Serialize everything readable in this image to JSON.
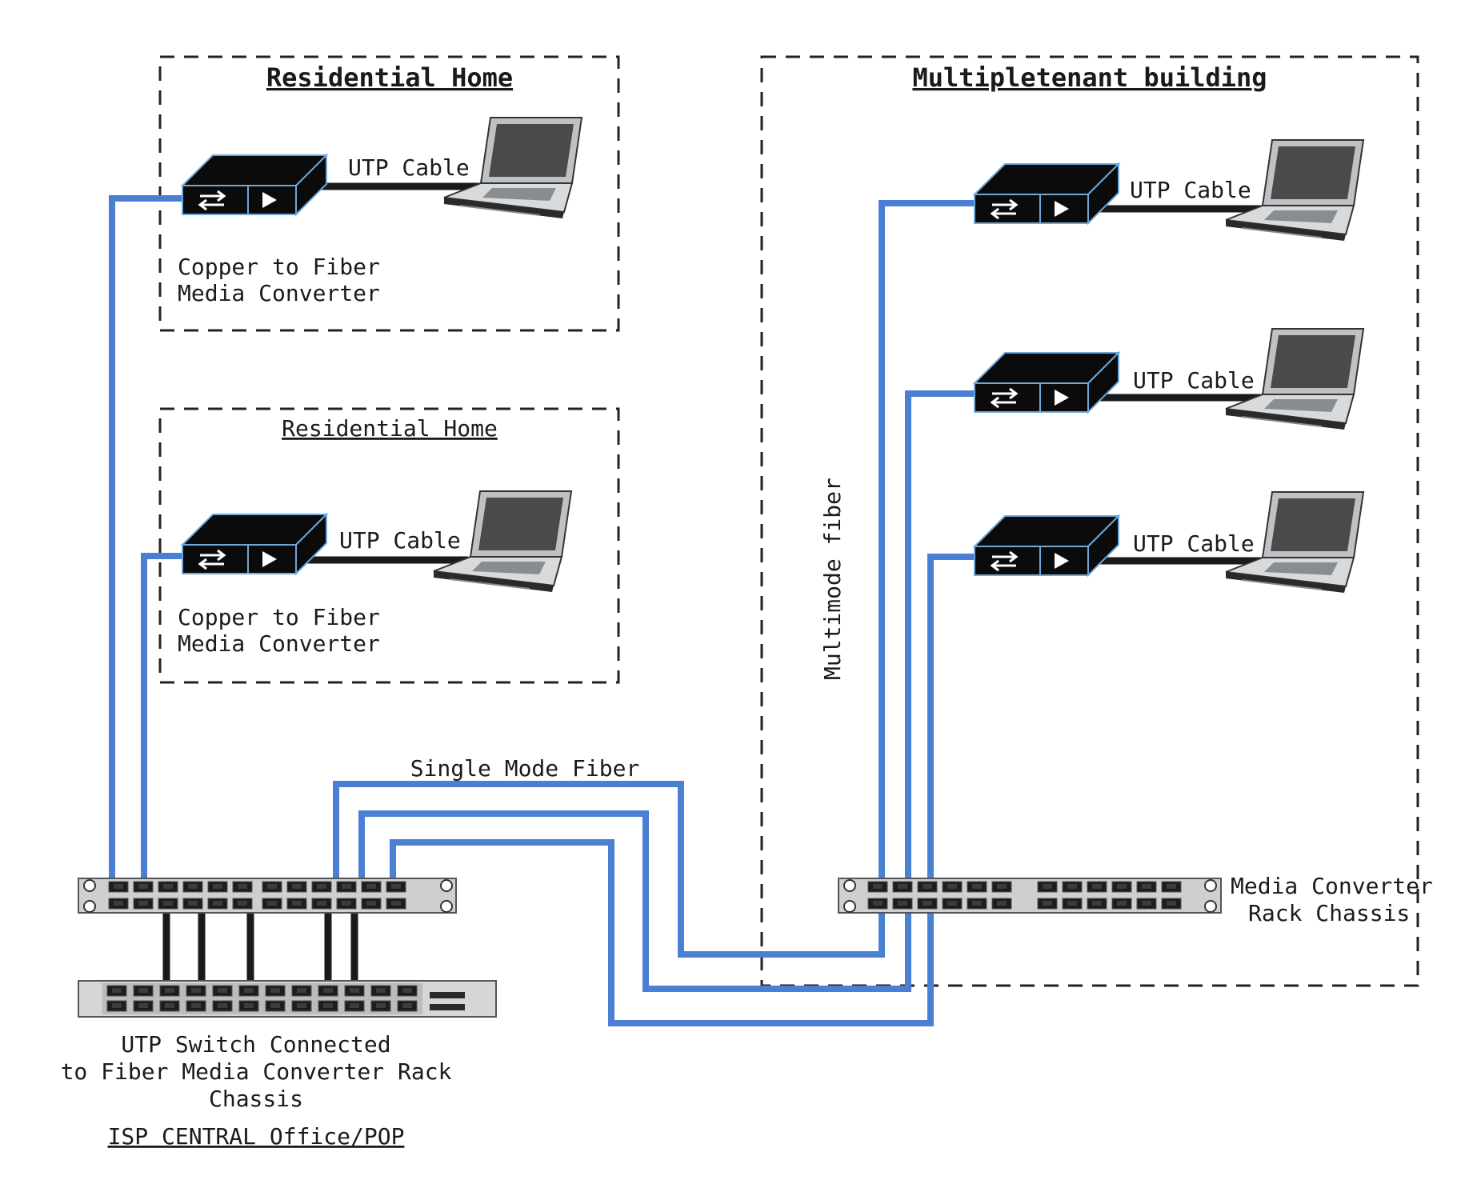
{
  "zones": {
    "residential_home_1": {
      "title": "Residential Home",
      "converter_label_1": "Copper to Fiber",
      "converter_label_2": "Media Converter",
      "cable_label": "UTP Cable"
    },
    "residential_home_2": {
      "title": "Residential Home",
      "converter_label_1": "Copper to Fiber",
      "converter_label_2": "Media Converter",
      "cable_label": "UTP Cable"
    },
    "multitenant": {
      "title": "Multipletenant building",
      "cable_labels": [
        "UTP Cable",
        "UTP Cable",
        "UTP Cable"
      ],
      "multimode_label": "Multimode fiber",
      "rack_label_1": "Media Converter",
      "rack_label_2": "Rack Chassis"
    }
  },
  "central_office": {
    "switch_label_1": "UTP Switch Connected",
    "switch_label_2": "to Fiber Media Converter Rack",
    "switch_label_3": "Chassis",
    "caption": "ISP CENTRAL Office/POP"
  },
  "links": {
    "single_mode_label": "Single Mode Fiber"
  },
  "colors": {
    "fiber": "#4a7fd4",
    "utp": "#1a1a1a",
    "device": "#0b0b0b",
    "rack": "#cfcfcf"
  },
  "icons": [
    "media-converter-icon",
    "laptop-icon",
    "rack-chassis-icon",
    "utp-switch-icon"
  ]
}
